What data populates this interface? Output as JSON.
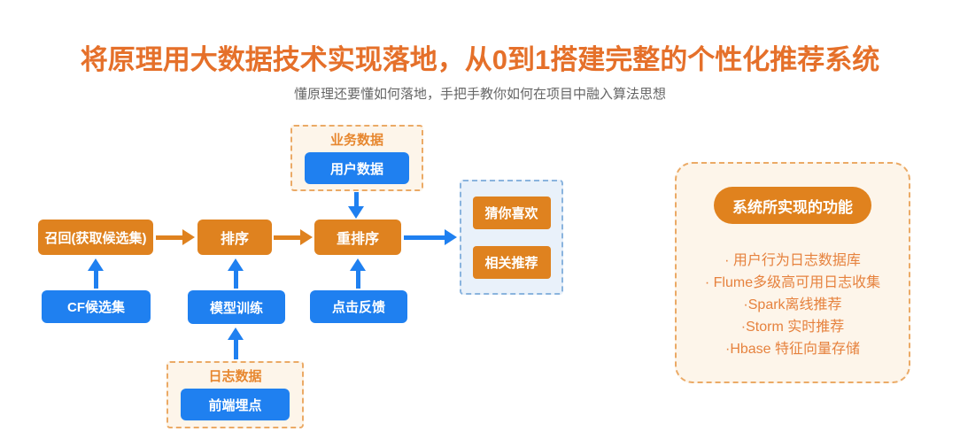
{
  "header": {
    "title": "将原理用大数据技术实现落地，从0到1搭建完整的个性化推荐系统",
    "subtitle": "懂原理还要懂如何落地，手把手教你如何在项目中融入算法思想"
  },
  "flow": {
    "business_data_group": {
      "label": "业务数据",
      "item": "用户数据"
    },
    "pipeline": [
      "召回(获取候选集)",
      "排序",
      "重排序"
    ],
    "inputs": [
      "CF候选集",
      "模型训练",
      "点击反馈"
    ],
    "log_data_group": {
      "label": "日志数据",
      "item": "前端埋点"
    },
    "outputs": [
      "猜你喜欢",
      "相关推荐"
    ]
  },
  "features_panel": {
    "title": "系统所实现的功能",
    "items": [
      "· 用户行为日志数据库",
      "· Flume多级高可用日志收集",
      "·Spark离线推荐",
      "·Storm 实时推荐",
      "·Hbase 特征向量存储"
    ]
  },
  "colors": {
    "title_orange": "#e5702a",
    "node_orange": "#df821f",
    "node_blue": "#1f80f0",
    "cream_background": "#fdf5ea",
    "dashed_orange_border": "#ebaa66",
    "output_background": "#e9f1fa",
    "dashed_blue_border": "#8ab4de",
    "feature_text_orange": "#e6823e",
    "subtitle_gray": "#666666"
  }
}
